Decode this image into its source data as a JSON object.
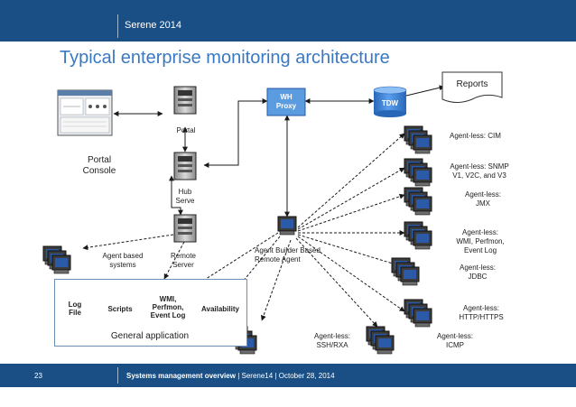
{
  "header": {
    "conference": "Serene 2014"
  },
  "slide": {
    "title": "Typical enterprise monitoring architecture"
  },
  "nodes": {
    "portal": "Portal",
    "portal_console": "Portal\nConsole",
    "hub_server": "Hub\nServe",
    "remote_server": "Remote\nServer",
    "agent_based_systems": "Agent based\nsystems",
    "wh_proxy": "WH\nProxy",
    "tdw": "TDW",
    "reports": "Reports",
    "agent_builder": "Agent Builder Based\nRemote Agent",
    "general_application": "General application",
    "db_log": "Log\nFile",
    "db_scripts": "Scripts",
    "db_wmi": "WMI,\nPerfmon,\nEvent Log",
    "db_availability": "Availability"
  },
  "agentless": {
    "cim": "Agent-less: CIM",
    "snmp": "Agent-less: SNMP\nV1, V2C, and V3",
    "jmx": "Agent-less:\nJMX",
    "wmi": "Agent-less:\nWMI, Perfmon,\nEvent Log",
    "jdbc": "Agent-less:\nJDBC",
    "http": "Agent-less:\nHTTP/HTTPS",
    "icmp": "Agent-less:\nICMP",
    "ssh": "Agent-less:\nSSH/RXA"
  },
  "footer": {
    "page_number": "23",
    "section": "Systems management overview",
    "sep1": "|",
    "event": "Serene14",
    "sep2": "|",
    "date": "October 28, 2014"
  },
  "colors": {
    "header_bar": "#1a4f85",
    "title": "#3a78c2",
    "database": "#3a7fd6",
    "wh_proxy": "#5b9be0",
    "reports_fill": "#ffffff",
    "connector": "#1a1a1a"
  }
}
